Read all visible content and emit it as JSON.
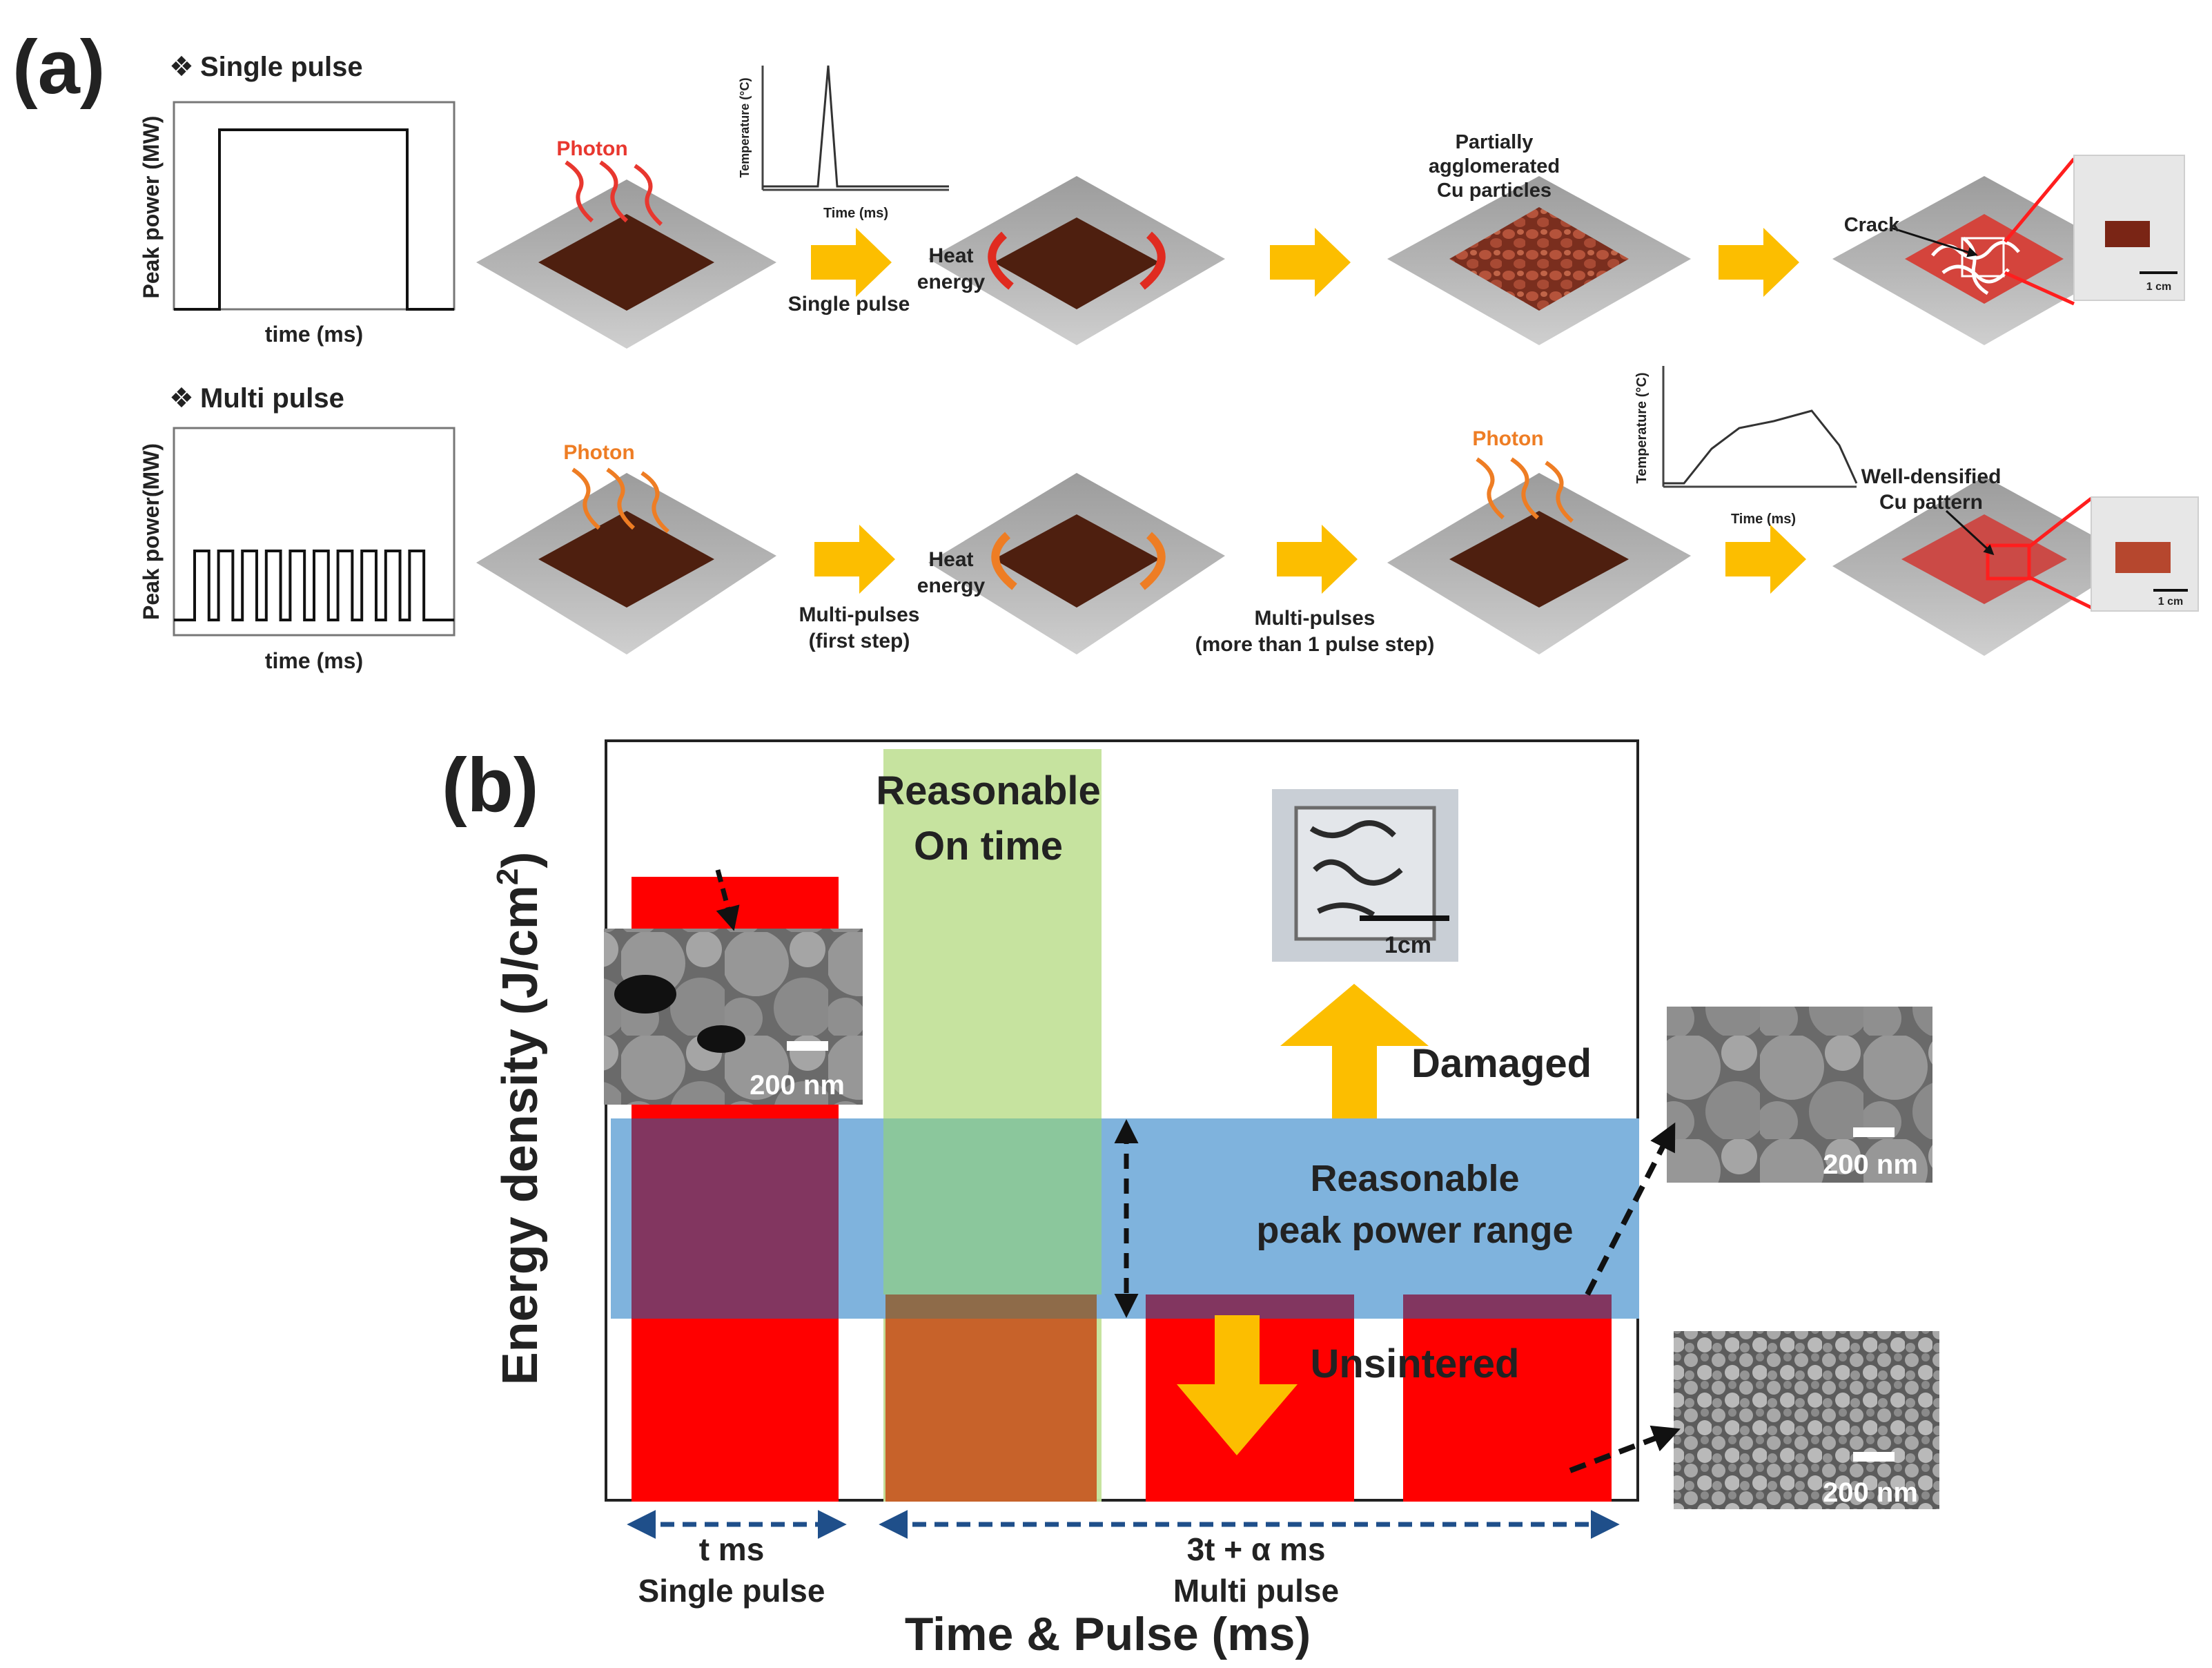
{
  "panel_a": {
    "label": "(a)",
    "single": {
      "header": "Single pulse",
      "bullet": "❖",
      "ylabel": "Peak power (MW)",
      "xlabel": "time (ms)",
      "photon": "Photon",
      "inset_ylabel": "Temperature (°C)",
      "inset_xlabel": "Time (ms)",
      "arrow1_label": "Single pulse",
      "heat_label_1": "Heat",
      "heat_label_2": "energy",
      "particles_1": "Partially",
      "particles_2": "agglomerated",
      "particles_3": "Cu particles",
      "crack": "Crack",
      "scale": "1 cm"
    },
    "multi": {
      "header": "Multi pulse",
      "bullet": "❖",
      "ylabel": "Peak power(MW)",
      "xlabel": "time (ms)",
      "pulse_count": 10,
      "photon_1": "Photon",
      "photon_2": "Photon",
      "arrow1_label_1": "Multi-pulses",
      "arrow1_label_2": "(first step)",
      "heat_label_1": "Heat",
      "heat_label_2": "energy",
      "arrow2_label_1": "Multi-pulses",
      "arrow2_label_2": "(more than 1 pulse step)",
      "inset_ylabel": "Temperature (°C)",
      "inset_xlabel": "Time (ms)",
      "pattern_1": "Well-densified",
      "pattern_2": "Cu pattern",
      "scale": "1 cm"
    }
  },
  "panel_b": {
    "label": "(b)",
    "ylabel": "Energy density (J/cm",
    "ylabel_sup": "2",
    "ylabel_close": ")",
    "xlabel": "Time & Pulse (ms)",
    "on_time_1": "Reasonable",
    "on_time_2": "On time",
    "range_1": "Reasonable",
    "range_2": "peak power range",
    "damaged": "Damaged",
    "unsintered": "Unsintered",
    "single_span_1": "t ms",
    "single_span_2": "Single pulse",
    "multi_span_1": "3t + α ms",
    "multi_span_2": "Multi pulse",
    "scale_photo": "1cm",
    "scale_sem": "200 nm",
    "colors": {
      "bar": "#ff0000",
      "overlap_bar": "#c7622a",
      "on_time_band": "#c3e29a",
      "range_band": "#7fb3dd",
      "range_overlap": "#823660",
      "on_range_overlap": "#8bc79c",
      "arrow": "#fcbe00"
    }
  }
}
